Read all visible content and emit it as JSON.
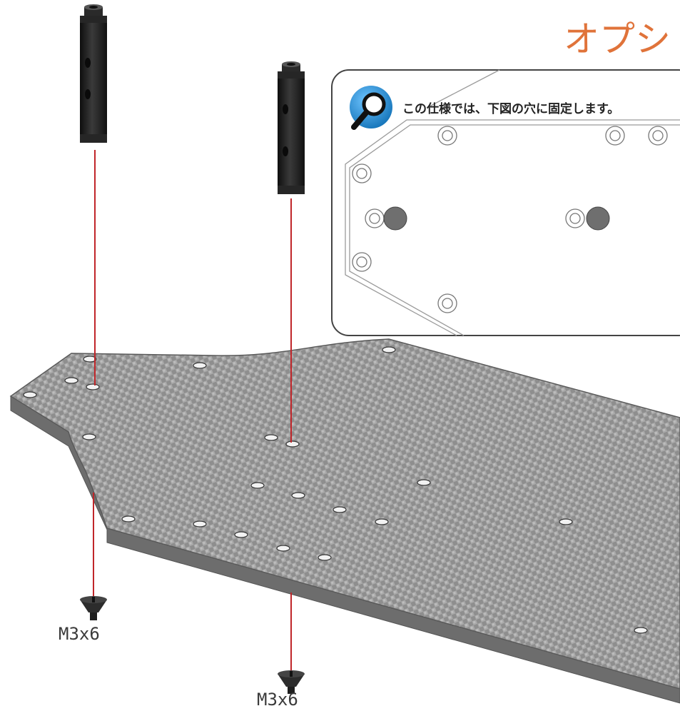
{
  "title": "オプシ",
  "callout": {
    "text": "この仕様では、下図の穴に固定します。",
    "icon": "magnifier-icon"
  },
  "screws": [
    {
      "label": "M3x6"
    },
    {
      "label": "M3x6"
    }
  ],
  "colors": {
    "title": "#e0733a",
    "guide_line": "#c0262a",
    "icon_blue": "#1f8fd6",
    "plate": "#9a9a9a",
    "plate_edge": "#7c7c7c",
    "post": "#1c1c1c"
  }
}
